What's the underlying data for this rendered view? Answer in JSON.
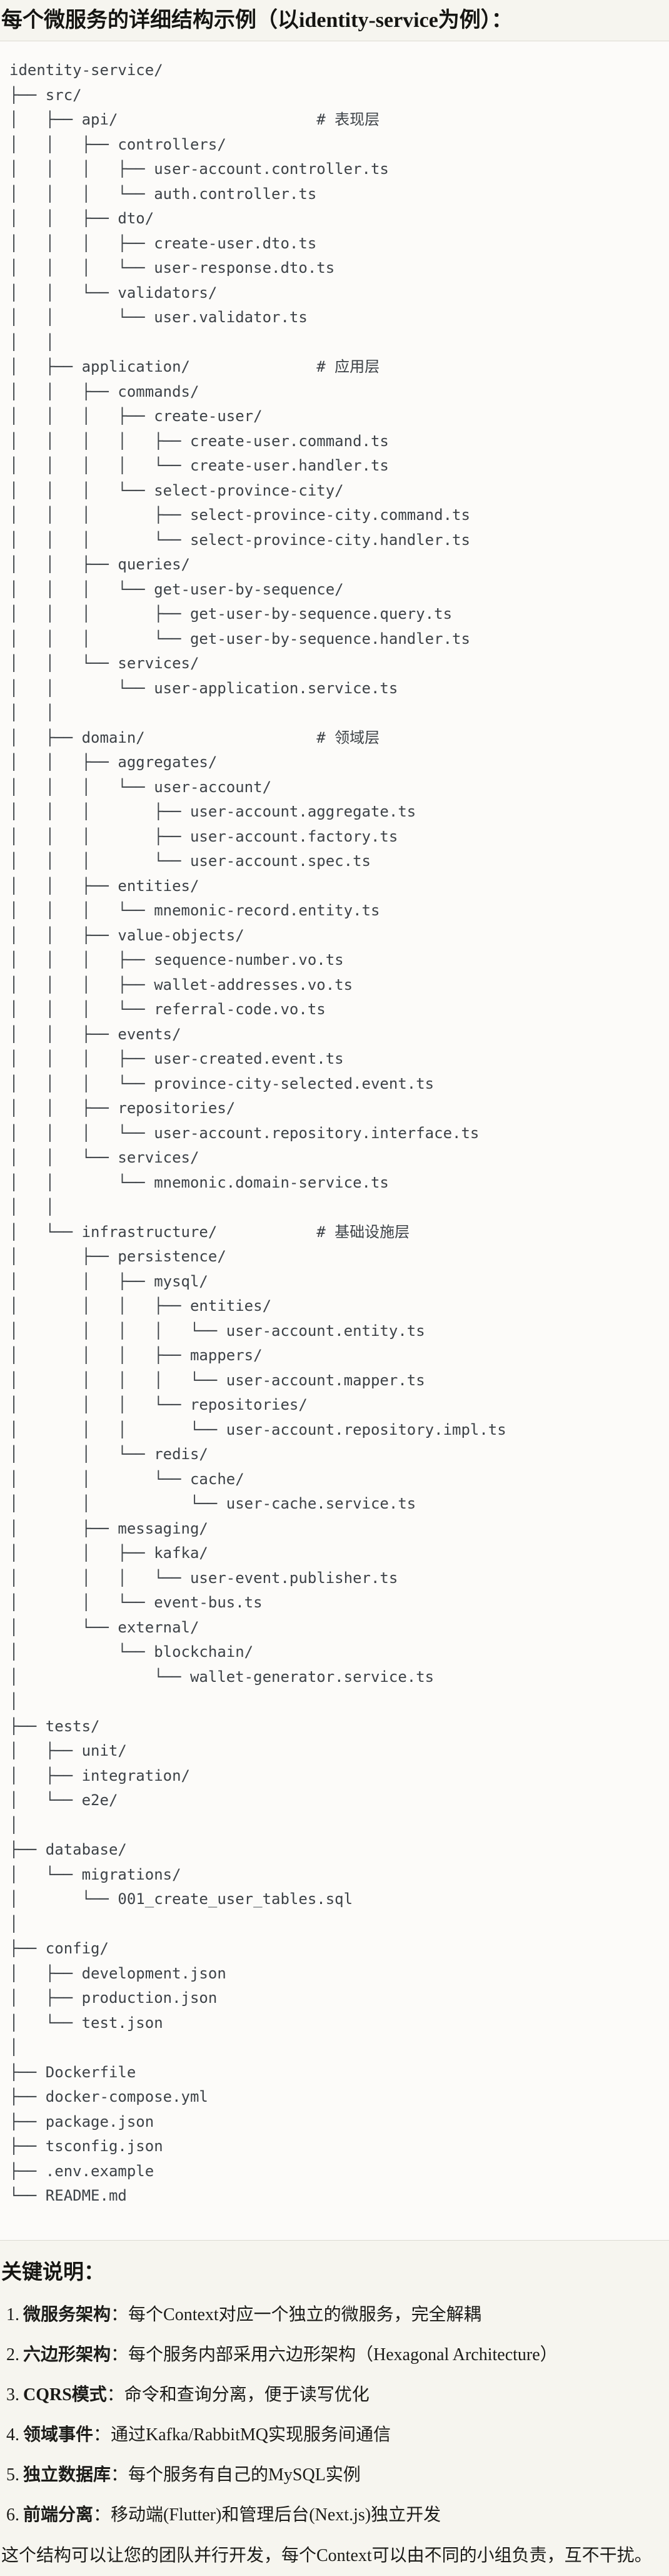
{
  "title": "每个微服务的详细结构示例（以identity-service为例）：",
  "tree": {
    "text": "identity-service/\n├── src/\n│   ├── api/                      # 表现层\n│   │   ├── controllers/\n│   │   │   ├── user-account.controller.ts\n│   │   │   └── auth.controller.ts\n│   │   ├── dto/\n│   │   │   ├── create-user.dto.ts\n│   │   │   └── user-response.dto.ts\n│   │   └── validators/\n│   │       └── user.validator.ts\n│   │\n│   ├── application/              # 应用层\n│   │   ├── commands/\n│   │   │   ├── create-user/\n│   │   │   │   ├── create-user.command.ts\n│   │   │   │   └── create-user.handler.ts\n│   │   │   └── select-province-city/\n│   │   │       ├── select-province-city.command.ts\n│   │   │       └── select-province-city.handler.ts\n│   │   ├── queries/\n│   │   │   └── get-user-by-sequence/\n│   │   │       ├── get-user-by-sequence.query.ts\n│   │   │       └── get-user-by-sequence.handler.ts\n│   │   └── services/\n│   │       └── user-application.service.ts\n│   │\n│   ├── domain/                   # 领域层\n│   │   ├── aggregates/\n│   │   │   └── user-account/\n│   │   │       ├── user-account.aggregate.ts\n│   │   │       ├── user-account.factory.ts\n│   │   │       └── user-account.spec.ts\n│   │   ├── entities/\n│   │   │   └── mnemonic-record.entity.ts\n│   │   ├── value-objects/\n│   │   │   ├── sequence-number.vo.ts\n│   │   │   ├── wallet-addresses.vo.ts\n│   │   │   └── referral-code.vo.ts\n│   │   ├── events/\n│   │   │   ├── user-created.event.ts\n│   │   │   └── province-city-selected.event.ts\n│   │   ├── repositories/\n│   │   │   └── user-account.repository.interface.ts\n│   │   └── services/\n│   │       └── mnemonic.domain-service.ts\n│   │\n│   └── infrastructure/           # 基础设施层\n│       ├── persistence/\n│       │   ├── mysql/\n│       │   │   ├── entities/\n│       │   │   │   └── user-account.entity.ts\n│       │   │   ├── mappers/\n│       │   │   │   └── user-account.mapper.ts\n│       │   │   └── repositories/\n│       │   │       └── user-account.repository.impl.ts\n│       │   └── redis/\n│       │       └── cache/\n│       │           └── user-cache.service.ts\n│       ├── messaging/\n│       │   ├── kafka/\n│       │   │   └── user-event.publisher.ts\n│       │   └── event-bus.ts\n│       └── external/\n│           └── blockchain/\n│               └── wallet-generator.service.ts\n│\n├── tests/\n│   ├── unit/\n│   ├── integration/\n│   └── e2e/\n│\n├── database/\n│   └── migrations/\n│       └── 001_create_user_tables.sql\n│\n├── config/\n│   ├── development.json\n│   ├── production.json\n│   └── test.json\n│\n├── Dockerfile\n├── docker-compose.yml\n├── package.json\n├── tsconfig.json\n├── .env.example\n└── README.md"
  },
  "notes": {
    "heading": "关键说明：",
    "items": [
      {
        "num": "1.",
        "term": "微服务架构",
        "rest": "：每个Context对应一个独立的微服务，完全解耦"
      },
      {
        "num": "2.",
        "term": "六边形架构",
        "rest": "：每个服务内部采用六边形架构（Hexagonal Architecture）"
      },
      {
        "num": "3.",
        "term": "CQRS模式",
        "rest": "：命令和查询分离，便于读写优化"
      },
      {
        "num": "4.",
        "term": "领域事件",
        "rest": "：通过Kafka/RabbitMQ实现服务间通信"
      },
      {
        "num": "5.",
        "term": "独立数据库",
        "rest": "：每个服务有自己的MySQL实例"
      },
      {
        "num": "6.",
        "term": "前端分离",
        "rest": "：移动端(Flutter)和管理后台(Next.js)独立开发"
      }
    ],
    "closing": "这个结构可以让您的团队并行开发，每个Context可以由不同的小组负责，互不干扰。"
  },
  "colors": {
    "page_background": "#f6f5ef",
    "code_background": "#fcfbf9",
    "code_border": "#dcdad2",
    "code_text": "#3d4247",
    "body_text": "#1b1b18"
  }
}
